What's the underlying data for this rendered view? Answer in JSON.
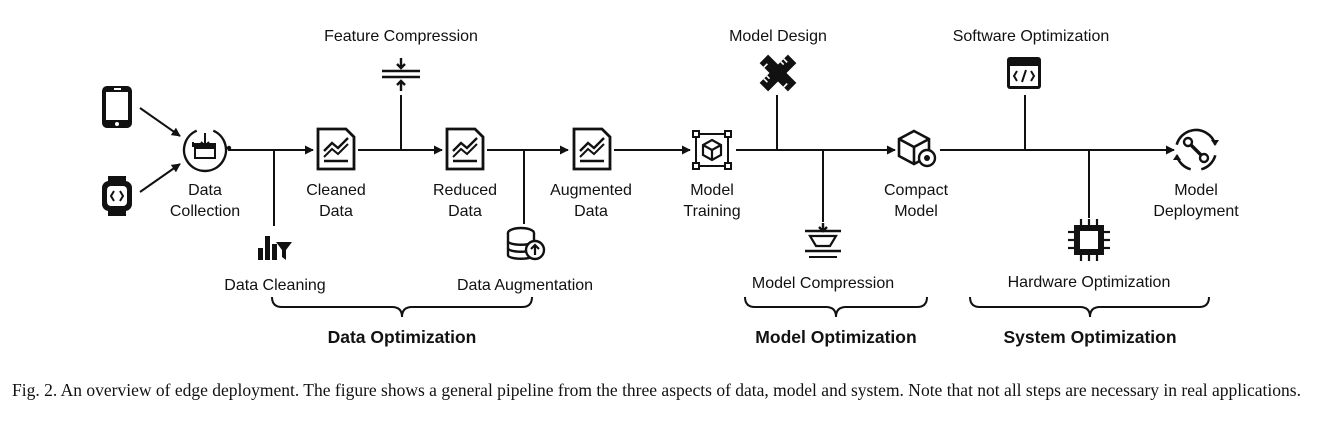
{
  "nodes": {
    "data_collection": [
      "Data",
      "Collection"
    ],
    "cleaned_data": [
      "Cleaned",
      "Data"
    ],
    "reduced_data": [
      "Reduced",
      "Data"
    ],
    "augmented_data": [
      "Augmented",
      "Data"
    ],
    "model_training": [
      "Model",
      "Training"
    ],
    "compact_model": [
      "Compact",
      "Model"
    ],
    "model_deployment": [
      "Model",
      "Deployment"
    ]
  },
  "operations": {
    "feature_compression": "Feature Compression",
    "data_cleaning": "Data Cleaning",
    "data_augmentation": "Data Augmentation",
    "model_design": "Model Design",
    "model_compression": "Model Compression",
    "software_optimization": "Software Optimization",
    "hardware_optimization": "Hardware Optimization"
  },
  "groups": {
    "data": "Data Optimization",
    "model": "Model Optimization",
    "system": "System Optimization"
  },
  "caption": "Fig. 2.  An overview of edge deployment. The figure shows a general pipeline from the three aspects of data, model and system. Note that not all steps are necessary in real applications.",
  "icons": {
    "phone": "smartphone-icon",
    "watch": "smartwatch-icon",
    "collect": "data-collection-icon",
    "chart": "chart-document-icon",
    "funnel": "data-cleaning-icon",
    "database": "database-upload-icon",
    "compress": "feature-compression-icon",
    "train": "model-training-icon",
    "design": "model-design-icon",
    "model_compress": "model-compression-icon",
    "compact": "compact-model-icon",
    "software": "software-code-icon",
    "chip": "hardware-chip-icon",
    "deploy": "deployment-icon"
  }
}
